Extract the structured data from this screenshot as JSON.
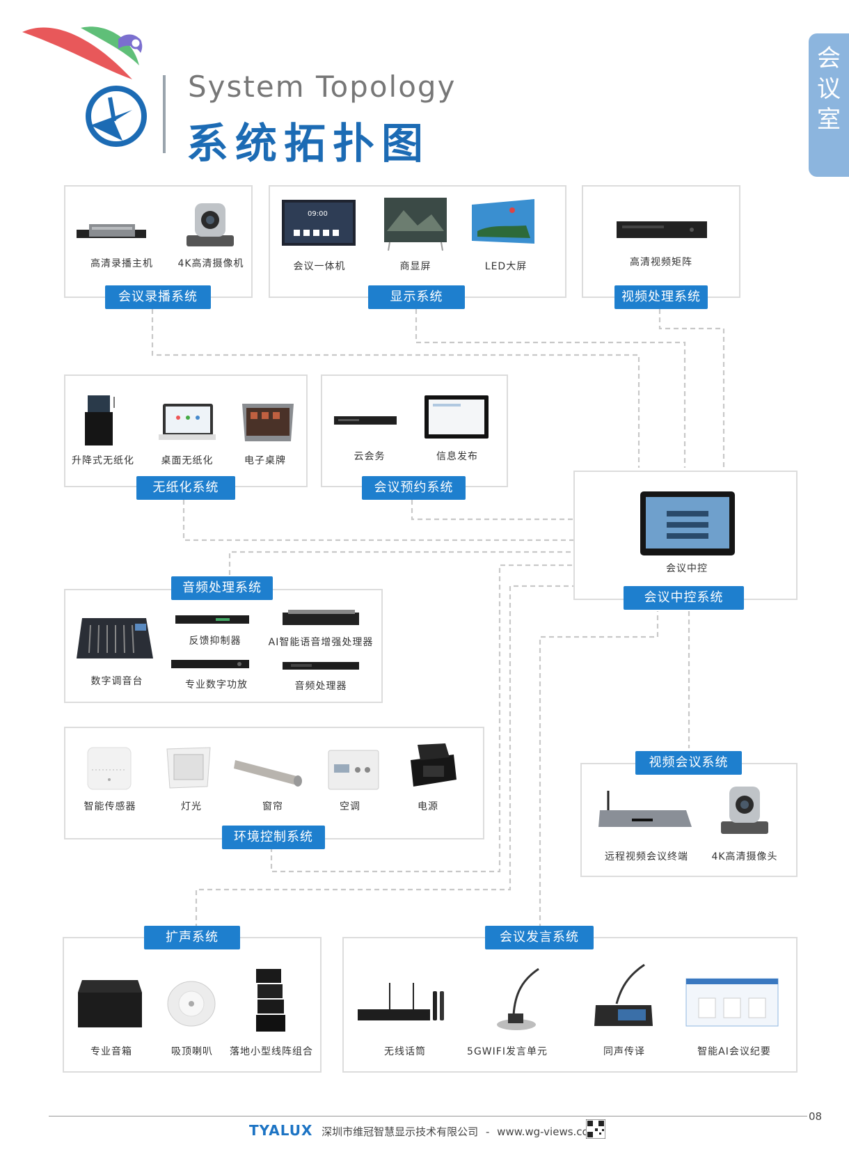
{
  "side_tab": [
    "会",
    "议",
    "室"
  ],
  "header": {
    "title_en": "System Topology",
    "title_zh": "系统拓扑图"
  },
  "systems": {
    "recording": {
      "title": "会议录播系统",
      "items": [
        "高清录播主机",
        "4K高清摄像机"
      ]
    },
    "display": {
      "title": "显示系统",
      "items": [
        "会议一体机",
        "商显屏",
        "LED大屏"
      ],
      "screen_time": "09:00"
    },
    "video_processing": {
      "title": "视频处理系统",
      "items": [
        "高清视频矩阵"
      ]
    },
    "paperless": {
      "title": "无纸化系统",
      "items": [
        "升降式无纸化",
        "桌面无纸化",
        "电子桌牌"
      ]
    },
    "booking": {
      "title": "会议预约系统",
      "items": [
        "云会务",
        "信息发布"
      ]
    },
    "central": {
      "title": "会议中控系统",
      "items": [
        "会议中控"
      ]
    },
    "audio": {
      "title": "音频处理系统",
      "items": [
        "数字调音台",
        "反馈抑制器",
        "AI智能语音增强处理器",
        "专业数字功放",
        "音频处理器"
      ]
    },
    "environment": {
      "title": "环境控制系统",
      "items": [
        "智能传感器",
        "灯光",
        "窗帘",
        "空调",
        "电源"
      ]
    },
    "videoconf": {
      "title": "视频会议系统",
      "items": [
        "远程视频会议终端",
        "4K高清摄像头"
      ]
    },
    "pa": {
      "title": "扩声系统",
      "items": [
        "专业音箱",
        "吸顶喇叭",
        "落地小型线阵组合"
      ]
    },
    "speech": {
      "title": "会议发言系统",
      "items": [
        "无线话筒",
        "5GWIFI发言单元",
        "同声传译",
        "智能AI会议纪要"
      ]
    }
  },
  "footer": {
    "brand": "TYALUX",
    "company": "深圳市维冠智慧显示技术有限公司",
    "separator": "-",
    "website": "www.wg-views.com",
    "page": "08"
  },
  "colors": {
    "accent": "#1e7fce",
    "title_blue": "#1c6bb4",
    "side_tab": "#8cb5de",
    "box_border": "#dcdcdc",
    "connector": "#c8c8c8"
  }
}
